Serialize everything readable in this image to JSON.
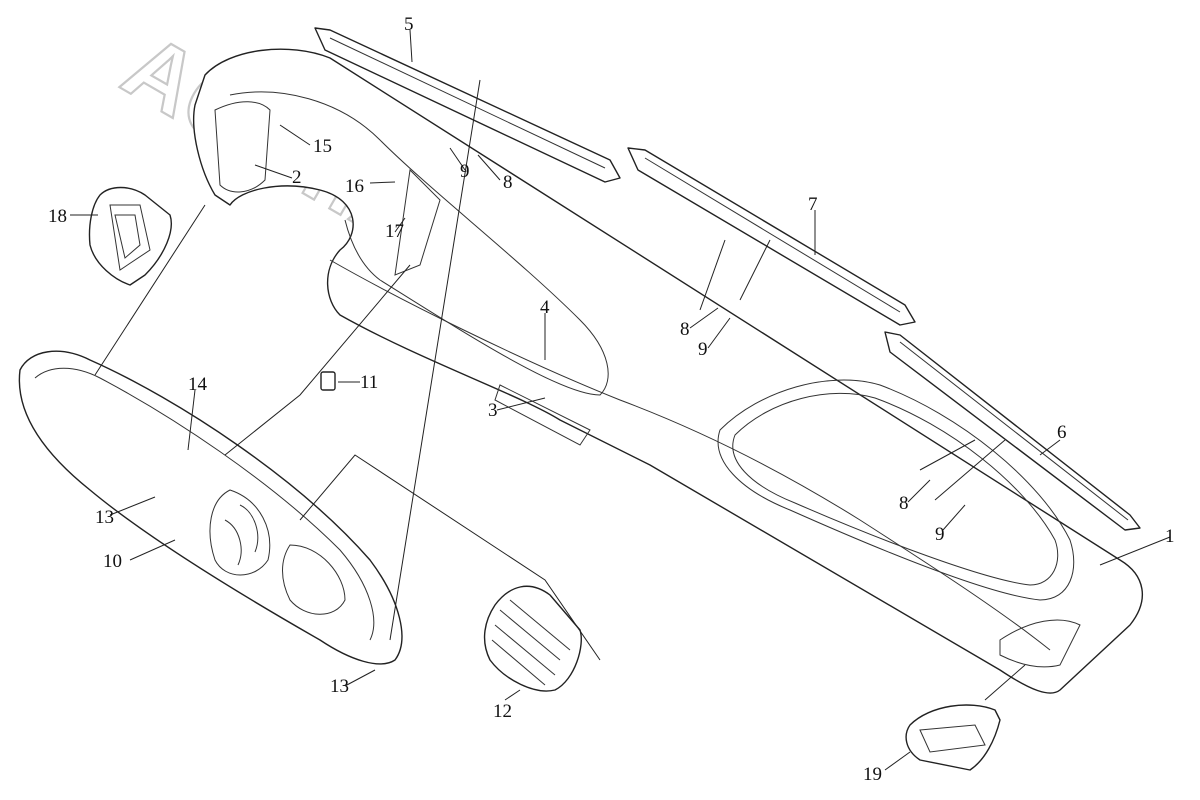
{
  "watermark": "ACAT.AUTODEALER.RU",
  "callouts": [
    {
      "id": "c1",
      "text": "1"
    },
    {
      "id": "c2",
      "text": "2"
    },
    {
      "id": "c3",
      "text": "3"
    },
    {
      "id": "c4",
      "text": "4"
    },
    {
      "id": "c5",
      "text": "5"
    },
    {
      "id": "c6",
      "text": "6"
    },
    {
      "id": "c7",
      "text": "7"
    },
    {
      "id": "c8a",
      "text": "8"
    },
    {
      "id": "c8b",
      "text": "8"
    },
    {
      "id": "c8c",
      "text": "8"
    },
    {
      "id": "c9a",
      "text": "9"
    },
    {
      "id": "c9b",
      "text": "9"
    },
    {
      "id": "c9c",
      "text": "9"
    },
    {
      "id": "c10",
      "text": "10"
    },
    {
      "id": "c11",
      "text": "11"
    },
    {
      "id": "c12",
      "text": "12"
    },
    {
      "id": "c13a",
      "text": "13"
    },
    {
      "id": "c13b",
      "text": "13"
    },
    {
      "id": "c14",
      "text": "14"
    },
    {
      "id": "c15",
      "text": "15"
    },
    {
      "id": "c16",
      "text": "16"
    },
    {
      "id": "c17",
      "text": "17"
    },
    {
      "id": "c18",
      "text": "18"
    },
    {
      "id": "c19",
      "text": "19"
    }
  ]
}
